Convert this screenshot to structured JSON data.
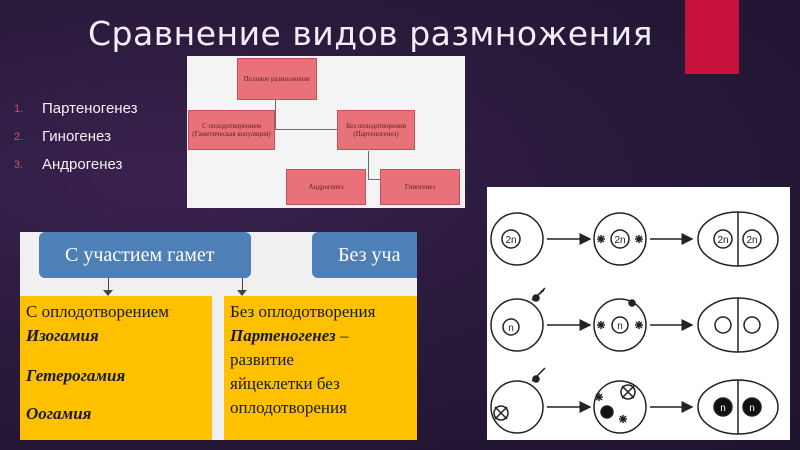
{
  "slide": {
    "title": "Сравнение видов размножения",
    "accent_color": "#c8123e"
  },
  "list": {
    "items": [
      {
        "num": "1.",
        "label": "Партеногенез"
      },
      {
        "num": "2.",
        "label": "Гиногенез"
      },
      {
        "num": "3.",
        "label": "Андрогенез"
      }
    ]
  },
  "diagram1": {
    "root": "Половое размножение",
    "left": "С оплодотворением (Гаметическая копуляция)",
    "right": "Без оплодотворения (Партеногенез)",
    "child_left": "Андрогенез",
    "child_right": "Гиногенез"
  },
  "diagram2": {
    "header_left": "С участием гамет",
    "header_right": "Без уча",
    "left_box": {
      "line1": "С оплодотворением",
      "items": [
        "Изогамия",
        "Гетерогамия",
        "Оогамия"
      ]
    },
    "right_box": {
      "line1": "Без оплодотворения",
      "bold": "Партеногенез",
      "suffix": " –",
      "lines": [
        "развитие",
        "яйцеклетки без",
        "оплодотворения"
      ]
    }
  },
  "diagram3": {
    "labels": [
      "2n",
      "2n",
      "2n",
      "2n",
      "n",
      "n",
      "n",
      "n"
    ]
  }
}
